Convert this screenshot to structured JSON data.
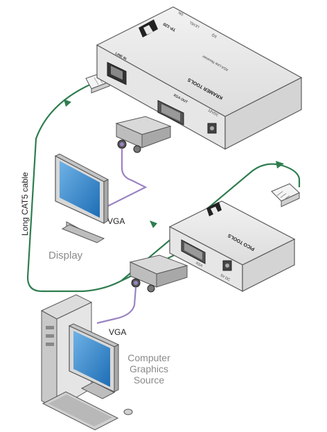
{
  "receiver": {
    "model": "TP-120",
    "brand": "KRAMER TOOLS",
    "subtitle": "XGA Line Receiver",
    "line_in_label": "LINE IN",
    "xga_out_label": "XGA OUT",
    "power_label": "12VDC",
    "eq_label": "EQ",
    "level_label": "LEVEL",
    "on_label": "ON"
  },
  "transmitter": {
    "brand": "PICO TOOLS",
    "xga_label": "XGA",
    "power_label": "5V DC"
  },
  "labels": {
    "cable": "Long CAT5 cable",
    "vga_top": "VGA",
    "vga_bottom": "VGA",
    "display": "Display",
    "source": "Computer\nGraphics\nSource"
  },
  "colors": {
    "cable_green": "#2e7d4f",
    "vga_purple": "#9b83c2",
    "device_body": "#e9e9e9",
    "device_outline": "#5a5a5a",
    "display_label": "#8a8a8a"
  }
}
